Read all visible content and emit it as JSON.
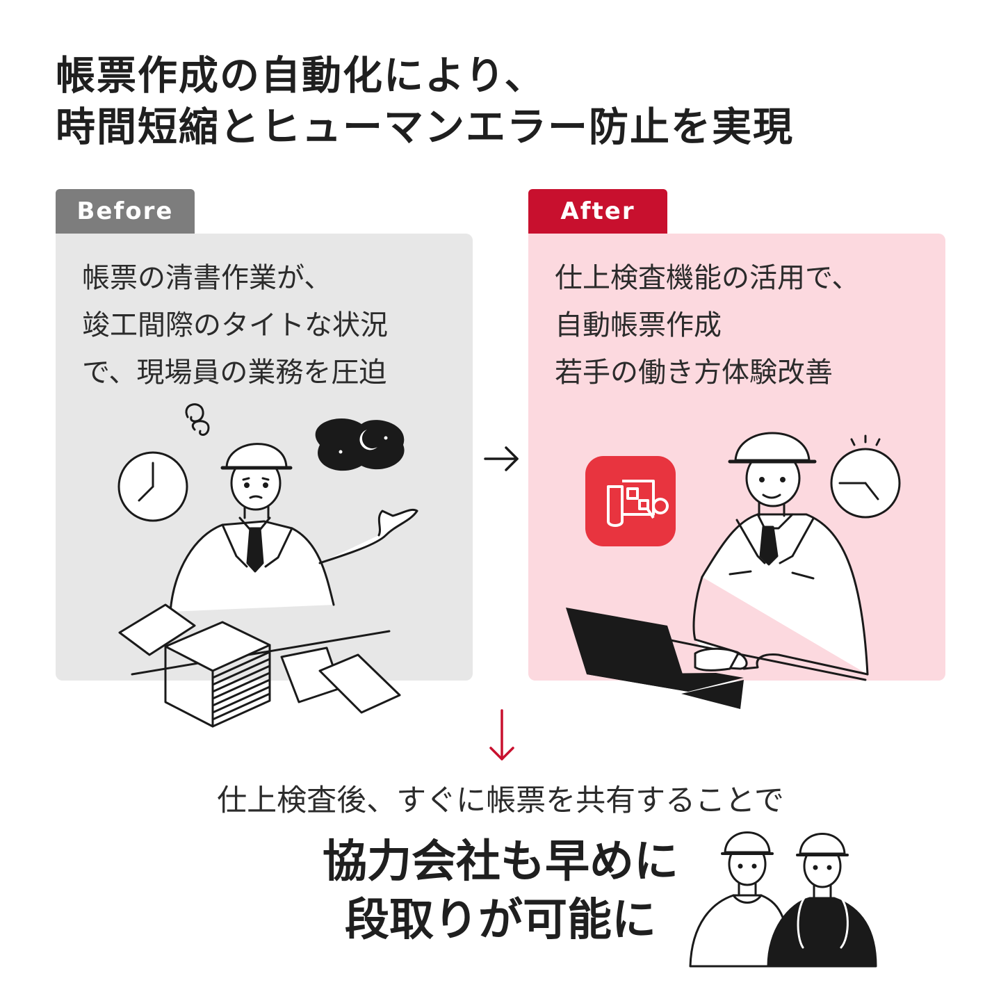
{
  "title": {
    "line1": "帳票作成の自動化により、",
    "line2": "時間短縮とヒューマンエラー防止を実現"
  },
  "before": {
    "tag": "Before",
    "lines": [
      "帳票の清書作業が、",
      "竣工間際のタイトな状況",
      "で、現場員の業務を圧迫"
    ]
  },
  "after": {
    "tag": "After",
    "lines": [
      "仕上検査機能の活用で、",
      "自動帳票作成",
      "若手の働き方体験改善"
    ]
  },
  "bottom": {
    "sub": "仕上検査後、すぐに帳票を共有することで",
    "main1": "協力会社も早めに",
    "main2": "段取りが可能に"
  },
  "icons": [
    "clock-icon",
    "moon-thought-icon",
    "swirl-icon",
    "arrow-right-icon",
    "app-icon",
    "clock-icon",
    "arrow-down-icon"
  ],
  "colors": {
    "accent": "#c8102e",
    "before_tag": "#7d7d7d",
    "before_bg": "#e7e7e7",
    "after_bg": "#fcd9df",
    "app_icon": "#e8343f"
  }
}
